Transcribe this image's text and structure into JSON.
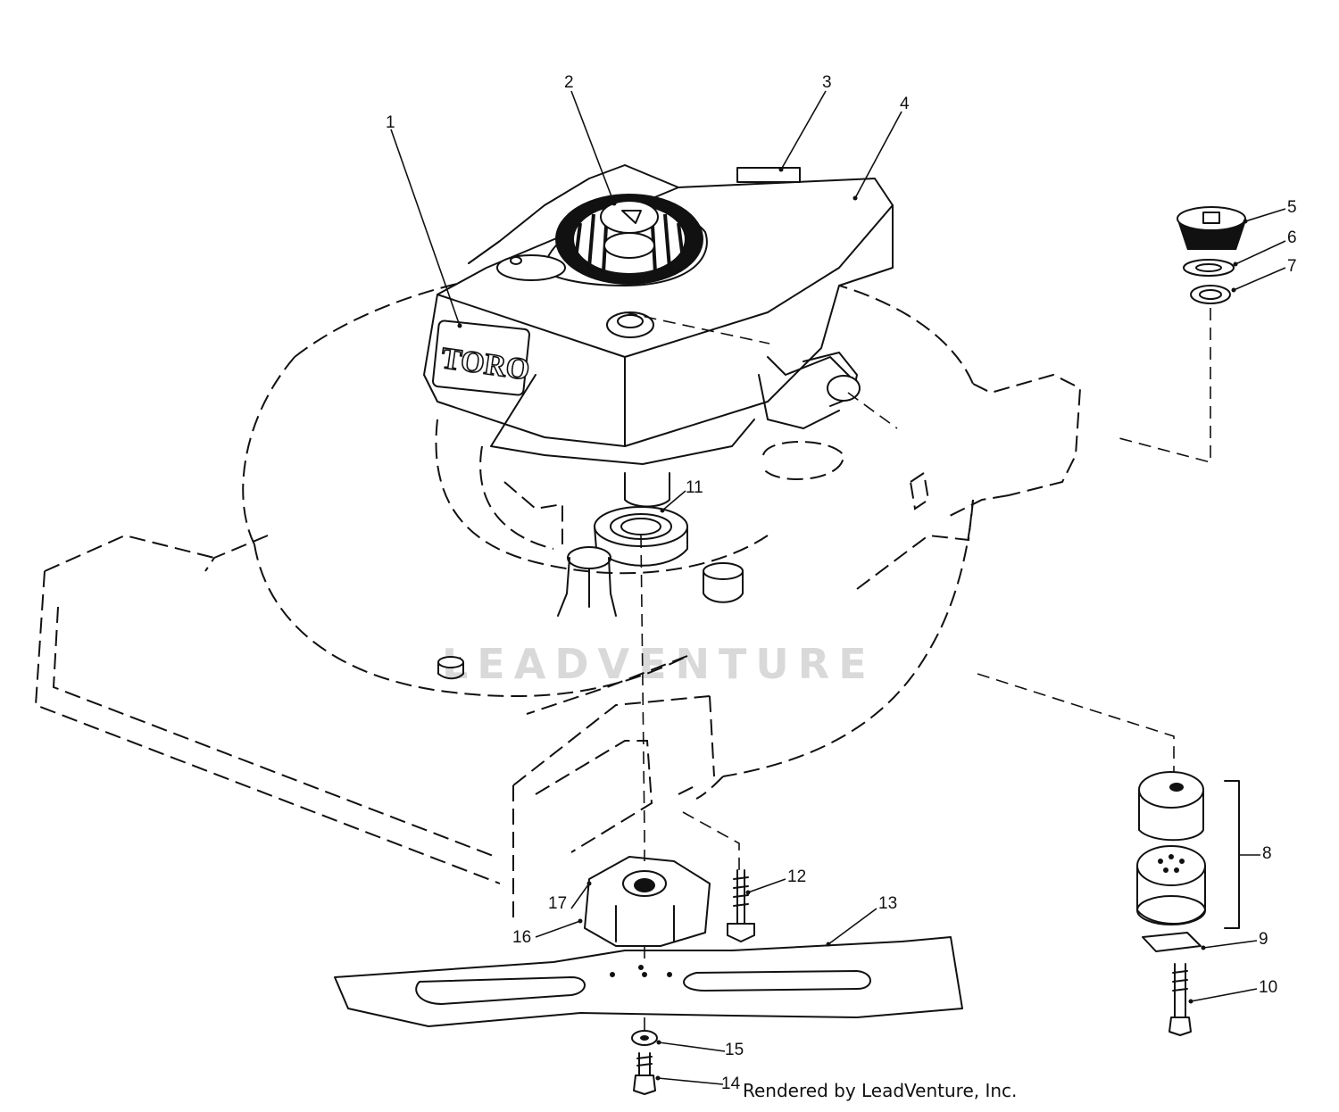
{
  "diagram": {
    "brand_logo": "TORO",
    "watermark": "LEADVENTURE",
    "credit": "Rendered by LeadVenture, Inc.",
    "callouts": [
      {
        "id": "1",
        "label": "1"
      },
      {
        "id": "2",
        "label": "2"
      },
      {
        "id": "3",
        "label": "3"
      },
      {
        "id": "4",
        "label": "4"
      },
      {
        "id": "5",
        "label": "5"
      },
      {
        "id": "6",
        "label": "6"
      },
      {
        "id": "7",
        "label": "7"
      },
      {
        "id": "8",
        "label": "8"
      },
      {
        "id": "9",
        "label": "9"
      },
      {
        "id": "10",
        "label": "10"
      },
      {
        "id": "11",
        "label": "11"
      },
      {
        "id": "12",
        "label": "12"
      },
      {
        "id": "13",
        "label": "13"
      },
      {
        "id": "14",
        "label": "14"
      },
      {
        "id": "15",
        "label": "15"
      },
      {
        "id": "16",
        "label": "16"
      },
      {
        "id": "17",
        "label": "17"
      }
    ]
  }
}
